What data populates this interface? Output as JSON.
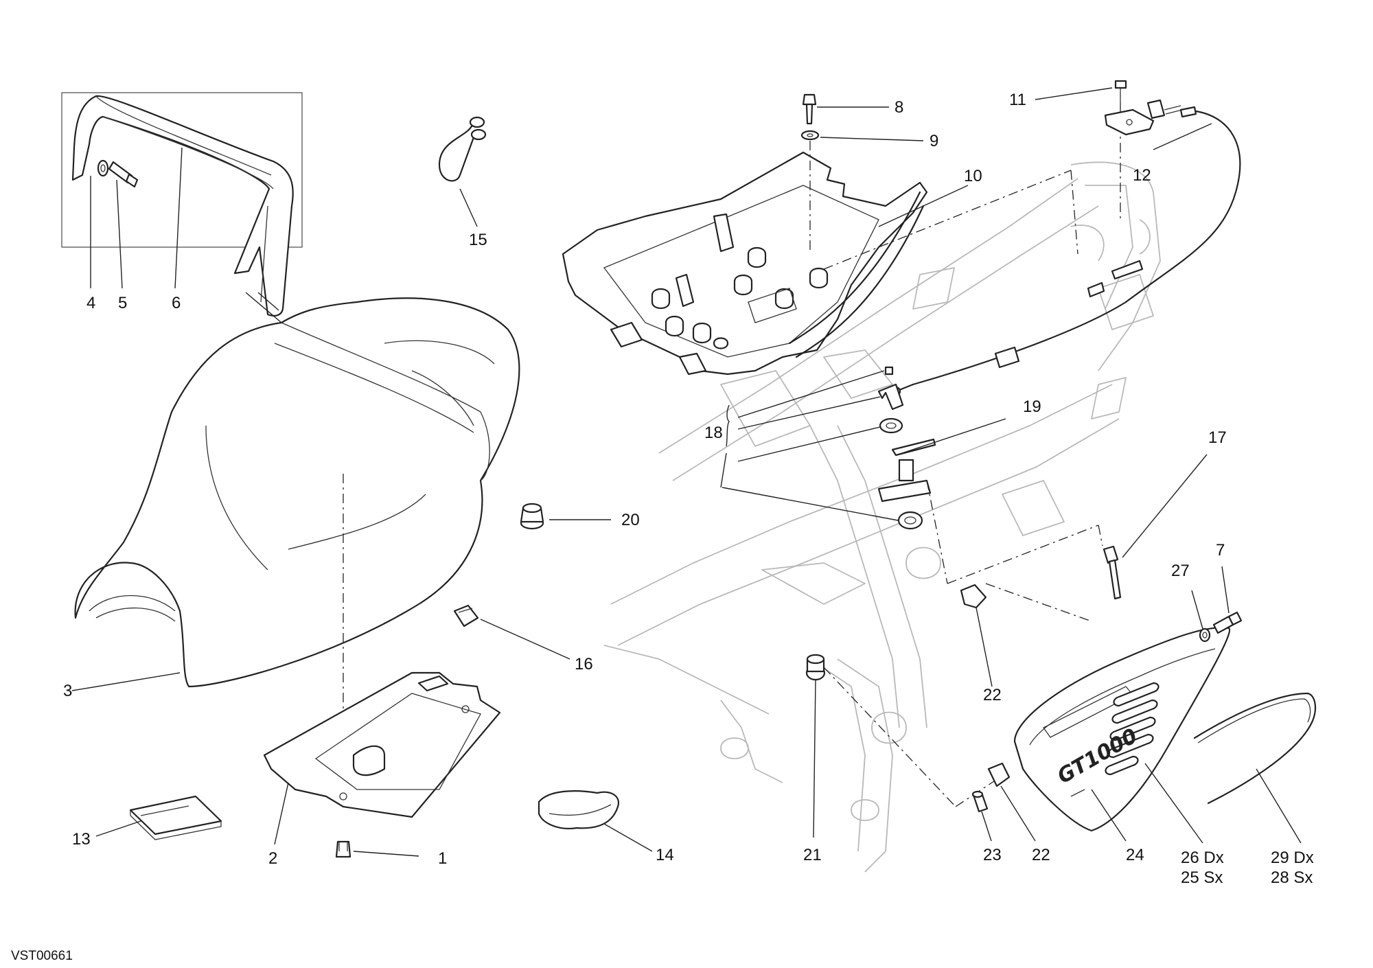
{
  "drawing_code": "VST00661",
  "callouts": {
    "c1": "1",
    "c2": "2",
    "c3": "3",
    "c4": "4",
    "c5": "5",
    "c6": "6",
    "c7": "7",
    "c8": "8",
    "c9": "9",
    "c10": "10",
    "c11": "11",
    "c12": "12",
    "c13": "13",
    "c14": "14",
    "c15": "15",
    "c16": "16",
    "c17": "17",
    "c18": "18",
    "c19": "19",
    "c20": "20",
    "c21": "21",
    "c22a": "22",
    "c22b": "22",
    "c23": "23",
    "c24": "24",
    "c26": "26 Dx",
    "c25": "25 Sx",
    "c27": "27",
    "c29": "29 Dx",
    "c28": "28 Sx"
  },
  "side_cover_logo": "GT1000"
}
